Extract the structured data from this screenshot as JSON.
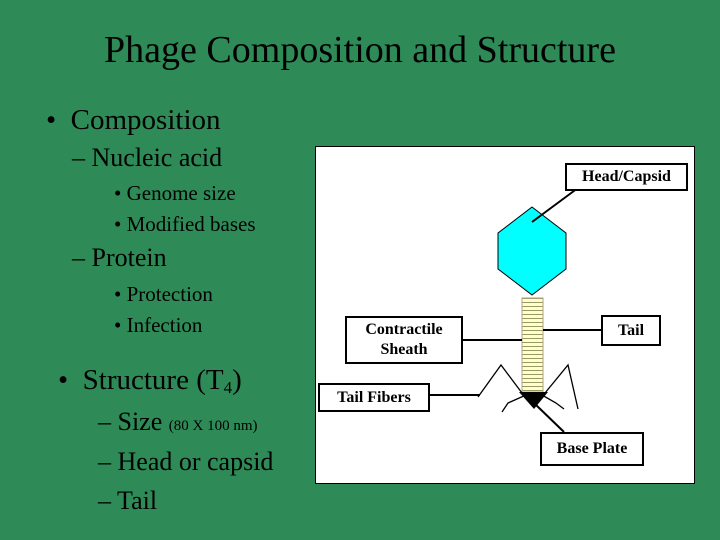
{
  "title": "Phage Composition and Structure",
  "outline": {
    "composition": {
      "bullet": "•",
      "label": "Composition",
      "nucleic_acid": {
        "dash": "–",
        "label": "Nucleic acid",
        "items": [
          "Genome size",
          "Modified bases"
        ]
      },
      "protein": {
        "dash": "–",
        "label": "Protein",
        "items": [
          "Protection",
          "Infection"
        ]
      }
    },
    "structure": {
      "bullet": "•",
      "label_prefix": "Structure (T",
      "label_sub": "4",
      "label_suffix": ")",
      "size_label": "Size",
      "size_detail": "(80 X 100 nm)",
      "items": [
        "Head or capsid",
        "Tail"
      ]
    }
  },
  "diagram": {
    "labels": {
      "head_capsid": "Head/Capsid",
      "contractile_sheath_line1": "Contractile",
      "contractile_sheath_line2": "Sheath",
      "tail": "Tail",
      "tail_fibers": "Tail Fibers",
      "base_plate": "Base Plate"
    },
    "colors": {
      "capsid_fill": "#00ffff",
      "sheath_fill": "#ffffcc",
      "base_plate_fill": "#000000",
      "background": "#ffffff"
    }
  },
  "colors": {
    "slide_background": "#2e8b57",
    "text": "#000000"
  }
}
